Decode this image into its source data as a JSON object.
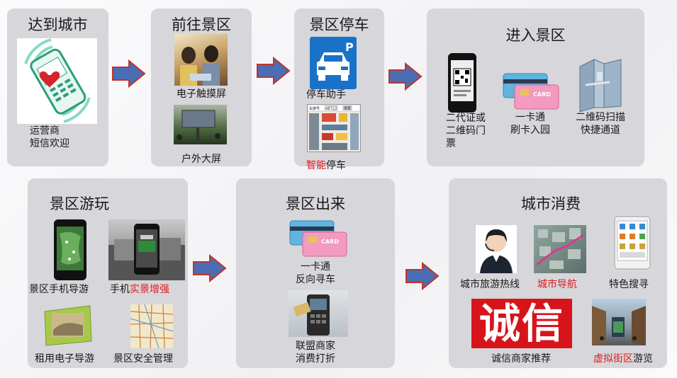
{
  "panels": {
    "city": {
      "title": "达到城市",
      "label_line1": "运营商",
      "label_line2": "短信欢迎"
    },
    "scenic": {
      "title": "前往景区",
      "label1": "电子触摸屏",
      "label2": "户外大屏"
    },
    "parking": {
      "title": "景区停车",
      "label1": "停车助手",
      "label2_red": "智能",
      "label2_rest": "停车",
      "screen_field1": "车牌号",
      "screen_field2": "A8723",
      "screen_btn": "搜索"
    },
    "enter": {
      "title": "进入景区",
      "item1_line1": "二代证或",
      "item1_line2": "二维码门",
      "item1_line3": "票",
      "item2_line1": "一卡通",
      "item2_line2": "刷卡入园",
      "item3_line1": "二维码扫描",
      "item3_line2": "快捷通道"
    },
    "play": {
      "title": "景区游玩",
      "item1": "景区手机导游",
      "item2_prefix": "手机",
      "item2_red": "实景增强",
      "item3": "租用电子导游",
      "item4": "景区安全管理"
    },
    "exit": {
      "title": "景区出来",
      "item1_line1": "一卡通",
      "item1_line2": "反向寻车",
      "item2_line1": "联盟商家",
      "item2_line2": "消费打折"
    },
    "consume": {
      "title": "城市消费",
      "item1": "城市旅游热线",
      "item2_red": "城市导航",
      "item3": "特色搜寻",
      "sign": "诚信",
      "item4": "诚信商家推荐",
      "item5_red": "虚拟街区",
      "item5_rest": "游览"
    }
  },
  "card_text": "CARD",
  "parking_sign": "P",
  "colors": {
    "panel_bg": "#d6d6db",
    "arrow_fill": "#4a6db5",
    "arrow_stroke": "#c0352a",
    "highlight_red": "#e0191e",
    "sign_red": "#d8141b",
    "parking_blue": "#1a72c8"
  }
}
